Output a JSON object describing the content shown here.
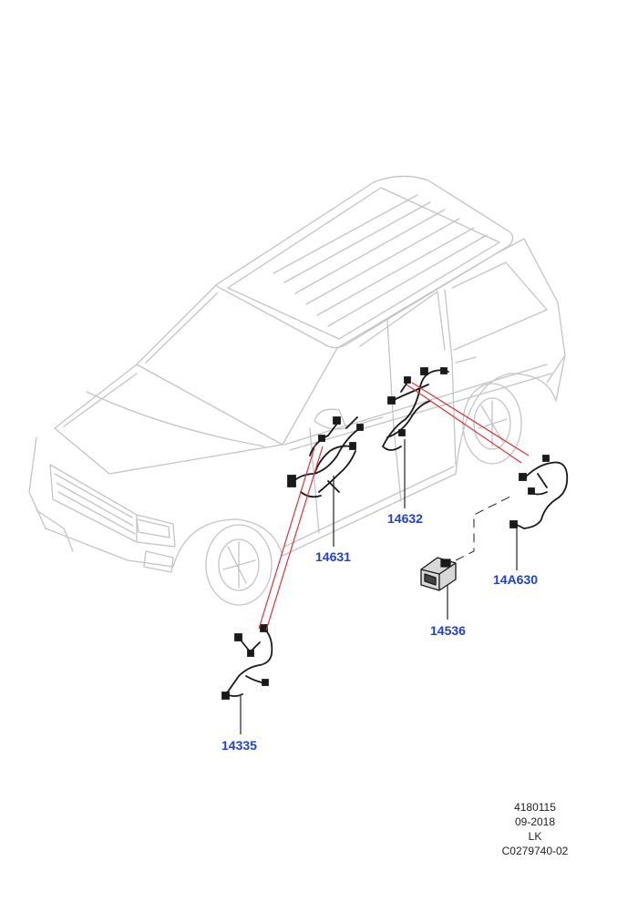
{
  "colors": {
    "callout_text": "#1f3fd6",
    "car_outline": "#c4c4c4",
    "harness": "#1a1a1a",
    "reference_line": "#e0303a",
    "leader_line": "#222222"
  },
  "parts": [
    {
      "id": "p1",
      "number": "14631",
      "icon": "front-door-harness-icon"
    },
    {
      "id": "p2",
      "number": "14632",
      "icon": "rear-door-harness-icon"
    },
    {
      "id": "p3",
      "number": "14A630",
      "icon": "rear-door-harness-detail-icon"
    },
    {
      "id": "p4",
      "number": "14536",
      "icon": "connector-icon"
    },
    {
      "id": "p5",
      "number": "14335",
      "icon": "front-door-harness-detail-icon"
    }
  ],
  "metadata": {
    "line1": "4180115",
    "line2": "09-2018",
    "line3": "LK",
    "line4": "C0279740-02"
  }
}
